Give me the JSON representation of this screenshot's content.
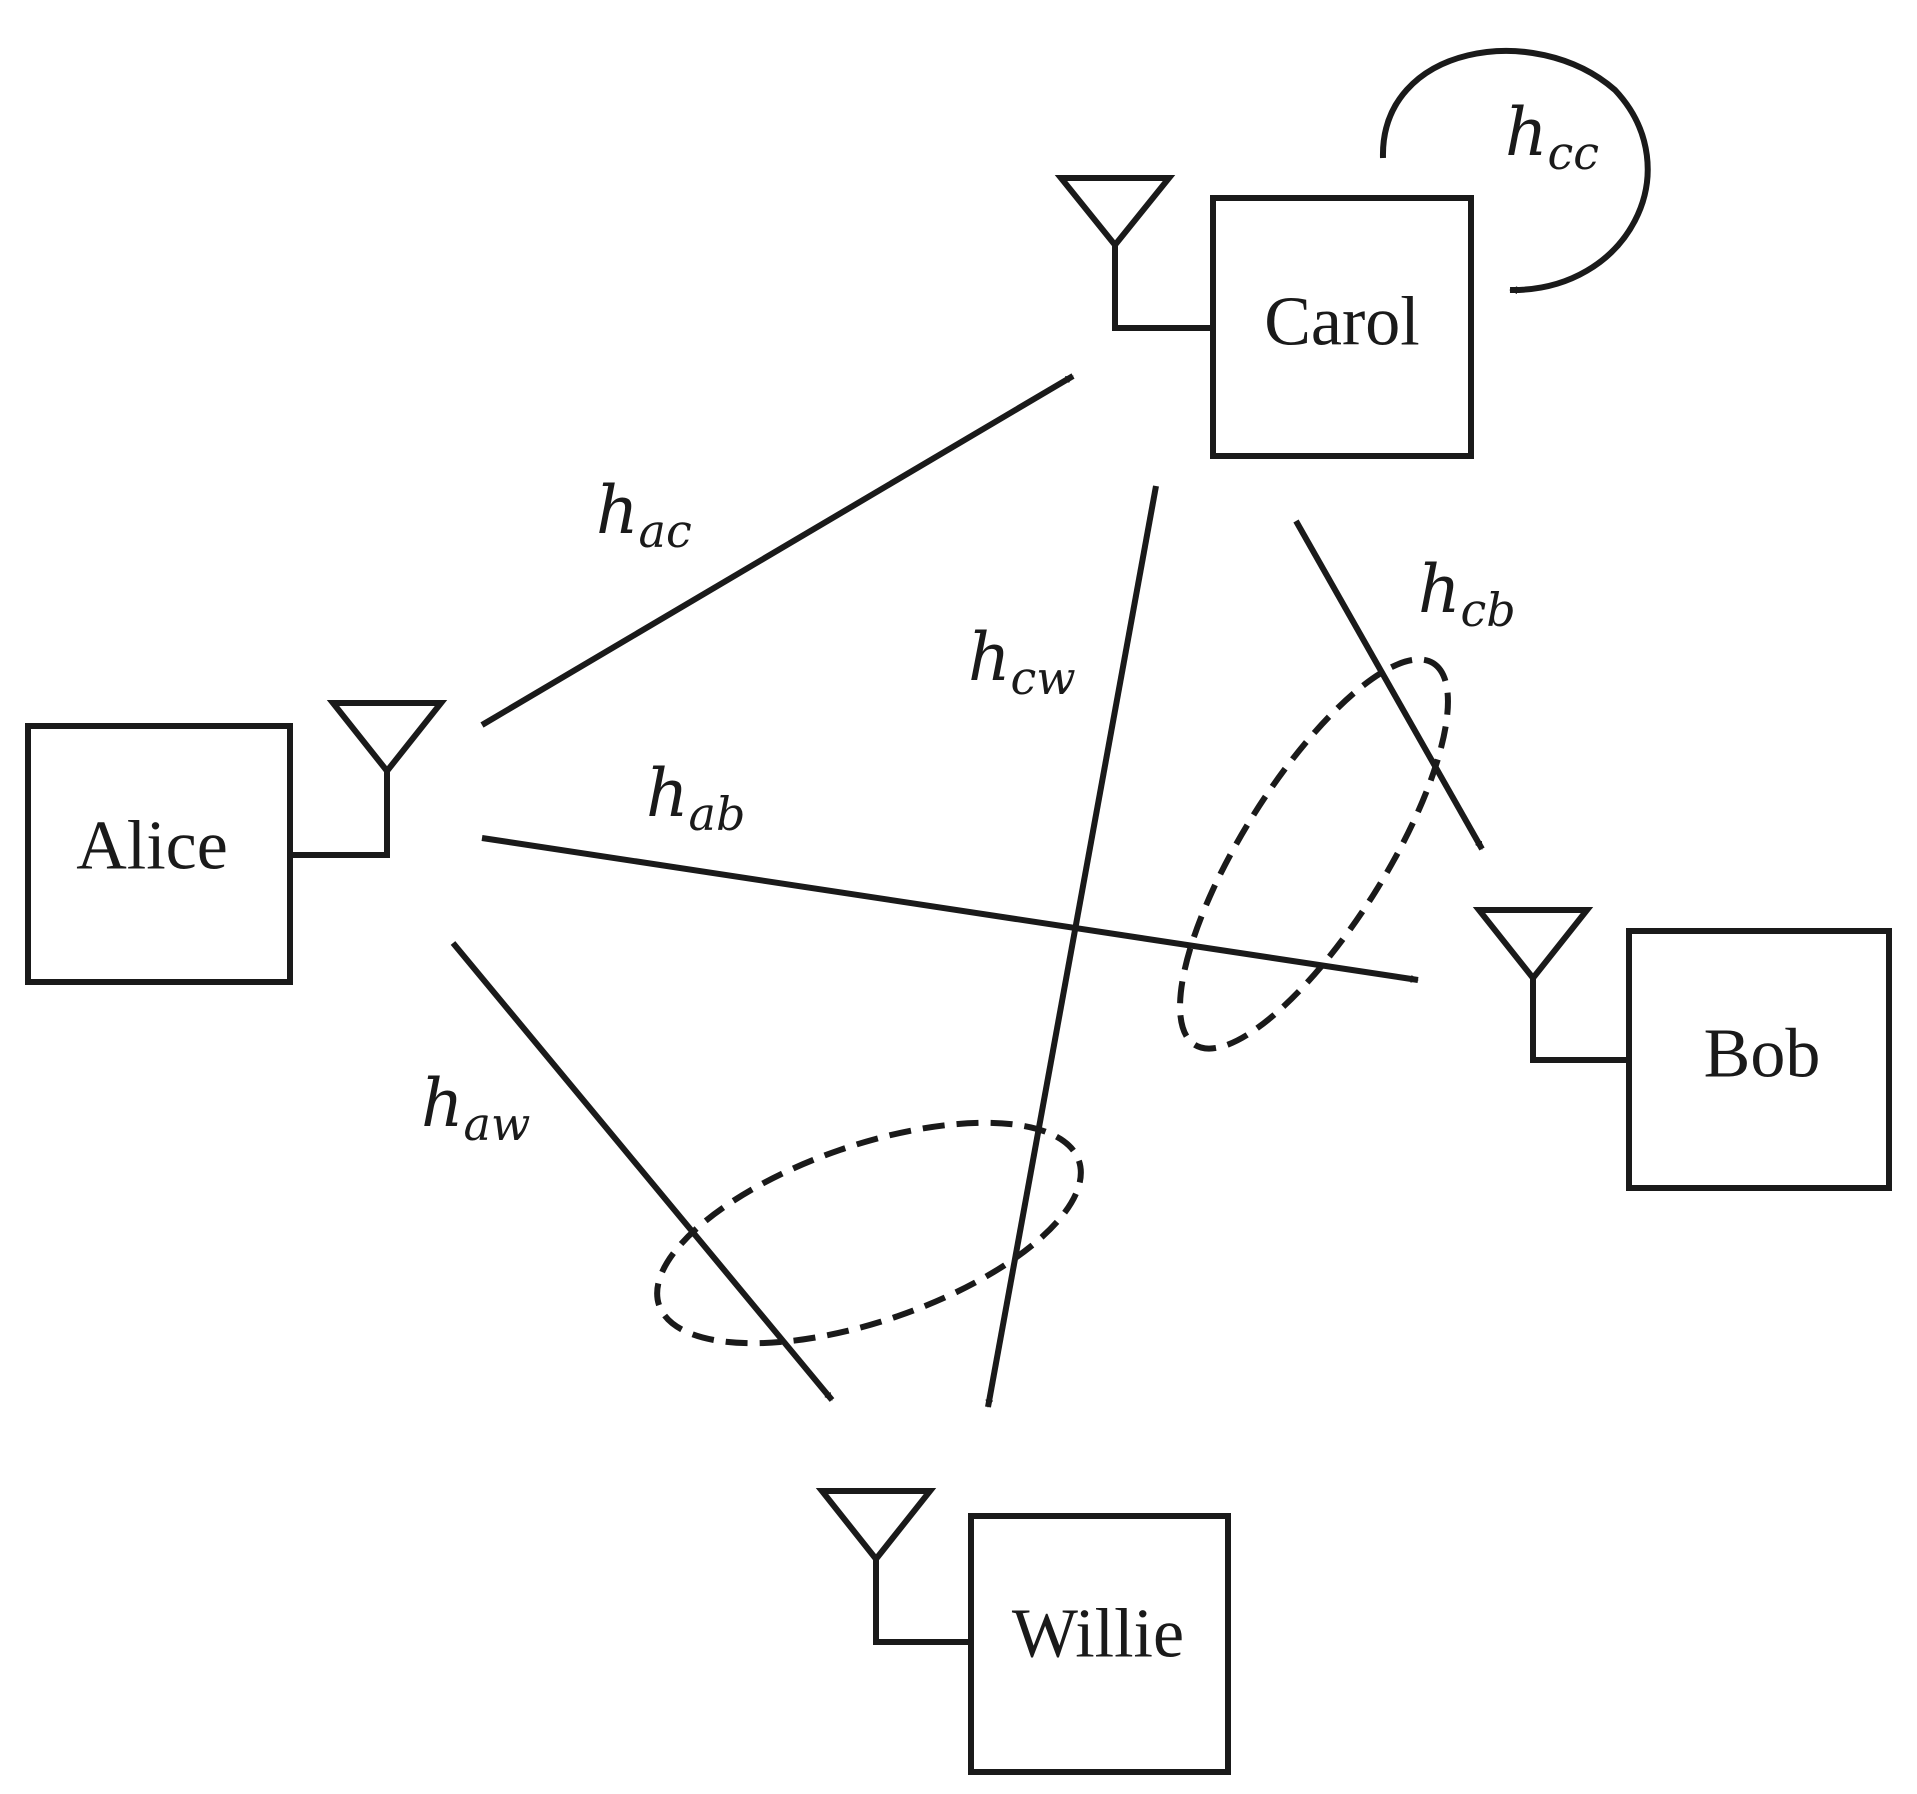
{
  "nodes": {
    "carol": "Carol",
    "alice": "Alice",
    "bob": "Bob",
    "willie": "Willie"
  },
  "channels": {
    "hcc": {
      "base": "h",
      "sub": "cc"
    },
    "hac": {
      "base": "h",
      "sub": "ac"
    },
    "hcb": {
      "base": "h",
      "sub": "cb"
    },
    "hcw": {
      "base": "h",
      "sub": "cw"
    },
    "hab": {
      "base": "h",
      "sub": "ab"
    },
    "haw": {
      "base": "h",
      "sub": "aw"
    }
  },
  "colors": {
    "stroke": "#1a1a1a",
    "background": "#ffffff"
  }
}
